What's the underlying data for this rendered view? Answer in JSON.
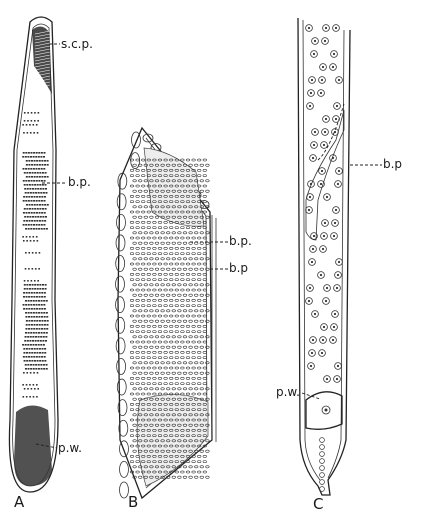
{
  "figure": {
    "panels": [
      {
        "id": "A",
        "letter": "A",
        "labels": {
          "scp": "s.c.p.",
          "bp": "b.p.",
          "pw": "p.w."
        }
      },
      {
        "id": "B",
        "letter": "B",
        "labels": {
          "bp1": "b.p.",
          "bp2": "b.p"
        }
      },
      {
        "id": "C",
        "letter": "C",
        "labels": {
          "bp": "b.p",
          "pw": "p.w."
        }
      }
    ]
  }
}
